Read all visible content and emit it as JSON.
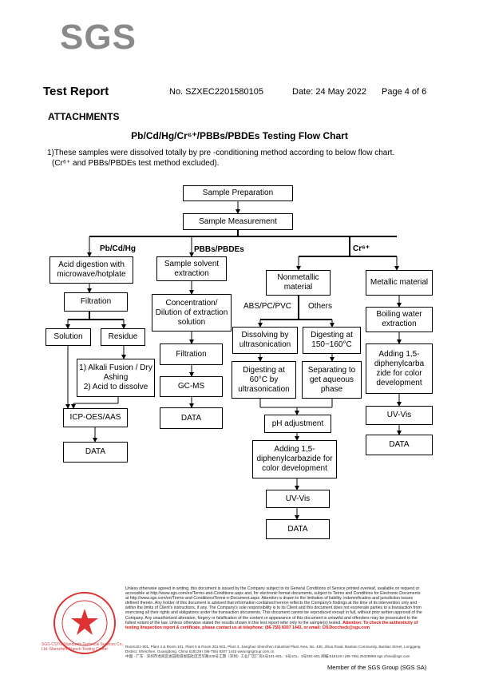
{
  "logo": {
    "text": "SGS"
  },
  "header": {
    "title": "Test Report",
    "report_no": "No. SZXEC2201580105",
    "date": "Date: 24 May 2022",
    "page": "Page 4 of 6"
  },
  "section": "ATTACHMENTS",
  "chart_title": "Pb/Cd/Hg/Cr⁶⁺/PBBs/PBDEs Testing Flow Chart",
  "intro": {
    "line1": "1)These samples were dissolved totally by pre -conditioning method according to below flow chart.",
    "line2": "(Cr⁶⁺ and PBBs/PBDEs test method excluded)."
  },
  "flow": {
    "sample_prep": "Sample Preparation",
    "sample_meas": "Sample Measurement",
    "branch_pb": "Pb/Cd/Hg",
    "branch_pbb": "PBBs/PBDEs",
    "branch_cr": "Cr⁶⁺",
    "acid_digestion": "Acid digestion with microwave/hotplate",
    "filtration_1": "Filtration",
    "solution": "Solution",
    "residue": "Residue",
    "alkali": "1) Alkali Fusion / Dry Ashing\n2) Acid to dissolve",
    "icp": "ICP-OES/AAS",
    "data_1": "DATA",
    "solvent_extraction": "Sample solvent extraction",
    "concentration": "Concentration/ Dilution of extraction solution",
    "filtration_2": "Filtration",
    "gcms": "GC-MS",
    "data_2": "DATA",
    "nonmetallic": "Nonmetallic material",
    "abs_label": "ABS/PC/PVC",
    "others_label": "Others",
    "dissolving": "Dissolving by ultrasonication",
    "digesting_150": "Digesting at 150~160°C",
    "digesting_60": "Digesting at 60°C by ultrasonication",
    "separating": "Separating to get aqueous phase",
    "ph_adjust": "pH adjustment",
    "adding_1": "Adding 1,5-diphenylcarbazide for color development",
    "uvvis_1": "UV-Vis",
    "data_3": "DATA",
    "metallic": "Metallic material",
    "boiling": "Boiling water extraction",
    "adding_2": "Adding 1,5-diphenylcarba zide for color development",
    "uvvis_2": "UV-Vis",
    "data_4": "DATA"
  },
  "footer": {
    "disclaimer": "Unless otherwise agreed in writing, this document is issued by the Company subject to its General Conditions of Service printed overleaf, available on request or accessible at http://www.sgs.com/en/Terms-and-Conditions.aspx and, for electronic format documents, subject to Terms and Conditions for Electronic Documents at http://www.sgs.com/en/Terms-and-Conditions/Terms-e-Document.aspx. Attention is drawn to the limitation of liability, indemnification and jurisdiction issues defined therein. Any holder of this document is advised that information contained hereon reflects the Company's findings at the time of its intervention only and within the limits of Client's instructions, if any. The Company's sole responsibility is to its Client and this document does not exonerate parties to a transaction from exercising all their rights and obligations under the transaction documents. This document cannot be reproduced except in full, without prior written approval of the Company. Any unauthorized alteration, forgery or falsification of the content or appearance of this document is unlawful and offenders may be prosecuted to the fullest extent of the law. Unless otherwise stated the results shown in this test report refer only to the sample(s) tested.",
    "attention": "Attention: To check the authenticity of testing /inspection report & certificate, please contact us at telephone: (86-755) 8307 1443, or email: CN.Doccheck@sgs.com",
    "address_en": "Room101-801, Plant 4 & Room 101, Plant 5 & Room 301-501, Plant 3, Jianghao Shenzhen Industrial Plant Area, No. 430, Jihua Road, Bantian Community, Bantian Street, Longgang District, Shenzhen, Guangdong, China 518129   t (86-755) 8307 1443   www.sgsgroup.com.cn",
    "address_cn": "中国 · 广东 · 深圳市龙岗区坂田街道坂田社区吉华路430号江灏（深圳）工业厂区厂房4号101-801、5号101、3号301-501   邮编:518129   t (86-755) 25328888   sgs.china@sgs.com",
    "seal_caption": "SGS-CSTC Standards Technical Services Co., Ltd. Shenzhen Branch Testing Center",
    "member": "Member of the SGS Group (SGS SA)"
  }
}
